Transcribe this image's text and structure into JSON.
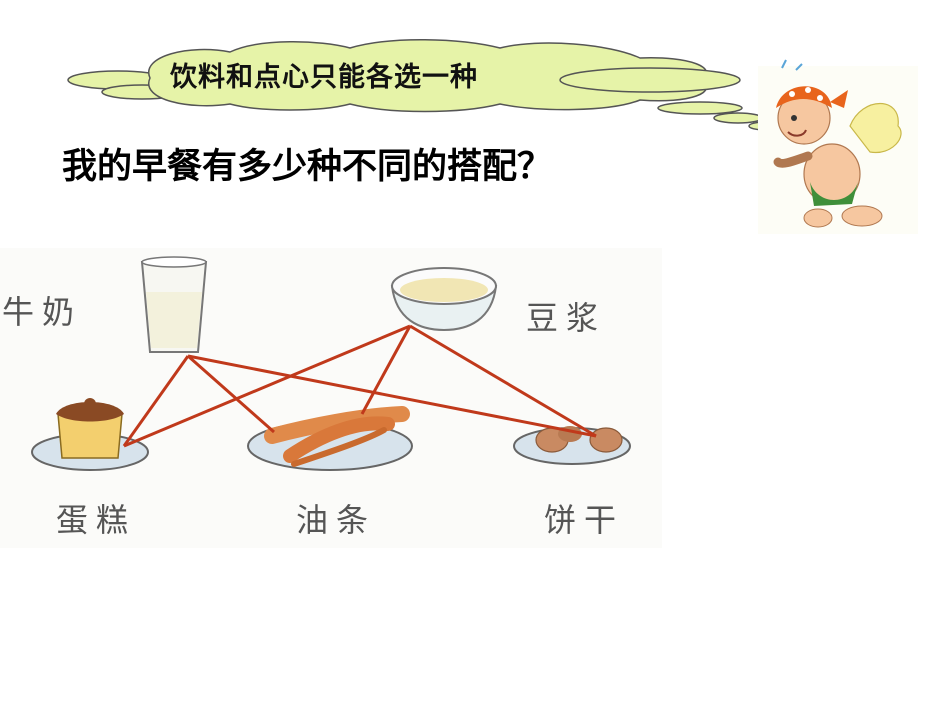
{
  "header": {
    "cloud_text": "饮料和点心只能各选一种",
    "question": "我的早餐有多少种不同的搭配？"
  },
  "drinks": {
    "milk": "牛奶",
    "soymilk": "豆浆"
  },
  "snacks": {
    "cake": "蛋糕",
    "youtiao": "油条",
    "biscuit": "饼干"
  },
  "colors": {
    "cloud_fill": "#e6f3a8",
    "connector_line": "#c0391b",
    "plate_blue": "#d7e3ec",
    "text_main": "#000000"
  },
  "icons": {
    "character": "winged-cherub-with-bandana-icon"
  }
}
